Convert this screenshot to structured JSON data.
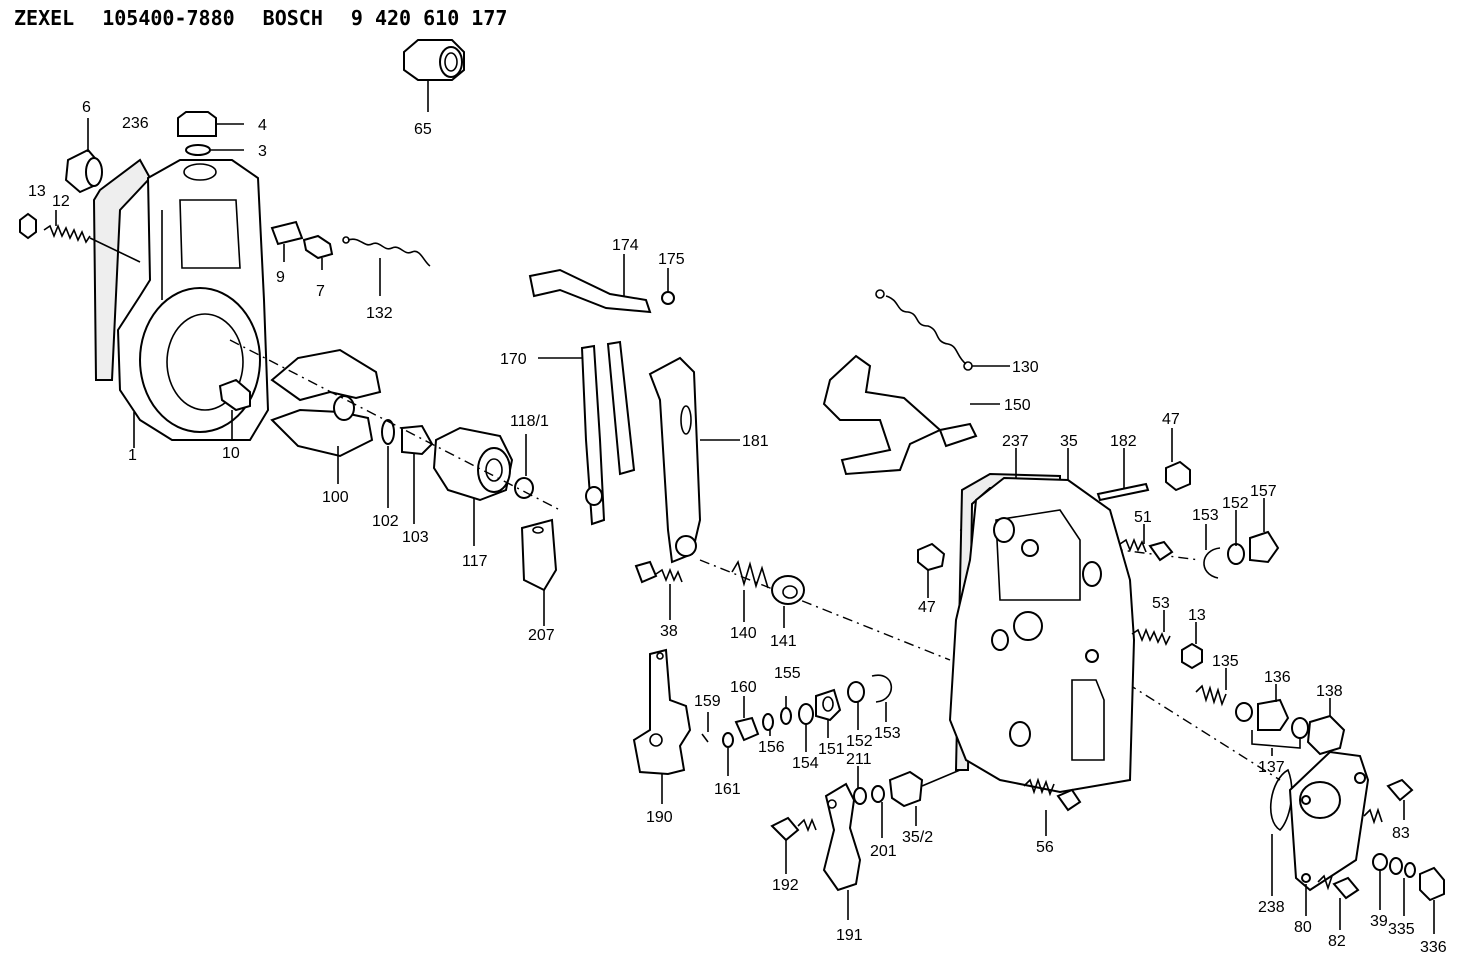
{
  "header": {
    "brand1": "ZEXEL",
    "partno1": "105400-7880",
    "brand2": "BOSCH",
    "partno2": "9 420 610 177"
  },
  "callouts": [
    {
      "id": "c65",
      "text": "65"
    },
    {
      "id": "c4",
      "text": "4"
    },
    {
      "id": "c3",
      "text": "3"
    },
    {
      "id": "c6",
      "text": "6"
    },
    {
      "id": "c236",
      "text": "236"
    },
    {
      "id": "c13a",
      "text": "13"
    },
    {
      "id": "c12",
      "text": "12"
    },
    {
      "id": "c9",
      "text": "9"
    },
    {
      "id": "c7",
      "text": "7"
    },
    {
      "id": "c132",
      "text": "132"
    },
    {
      "id": "c1",
      "text": "1"
    },
    {
      "id": "c10",
      "text": "10"
    },
    {
      "id": "c100",
      "text": "100"
    },
    {
      "id": "c102",
      "text": "102"
    },
    {
      "id": "c103",
      "text": "103"
    },
    {
      "id": "c117",
      "text": "117"
    },
    {
      "id": "c118",
      "text": "118/1"
    },
    {
      "id": "c174",
      "text": "174"
    },
    {
      "id": "c175",
      "text": "175"
    },
    {
      "id": "c170",
      "text": "170"
    },
    {
      "id": "c181",
      "text": "181"
    },
    {
      "id": "c207",
      "text": "207"
    },
    {
      "id": "c38",
      "text": "38"
    },
    {
      "id": "c140",
      "text": "140"
    },
    {
      "id": "c141",
      "text": "141"
    },
    {
      "id": "c130",
      "text": "130"
    },
    {
      "id": "c150",
      "text": "150"
    },
    {
      "id": "c237",
      "text": "237"
    },
    {
      "id": "c35",
      "text": "35"
    },
    {
      "id": "c182",
      "text": "182"
    },
    {
      "id": "c47a",
      "text": "47"
    },
    {
      "id": "c51",
      "text": "51"
    },
    {
      "id": "c153a",
      "text": "153"
    },
    {
      "id": "c152a",
      "text": "152"
    },
    {
      "id": "c157",
      "text": "157"
    },
    {
      "id": "c47b",
      "text": "47"
    },
    {
      "id": "c53",
      "text": "53"
    },
    {
      "id": "c13b",
      "text": "13"
    },
    {
      "id": "c135",
      "text": "135"
    },
    {
      "id": "c136",
      "text": "136"
    },
    {
      "id": "c138",
      "text": "138"
    },
    {
      "id": "c137",
      "text": "137"
    },
    {
      "id": "c190",
      "text": "190"
    },
    {
      "id": "c159",
      "text": "159"
    },
    {
      "id": "c160",
      "text": "160"
    },
    {
      "id": "c155",
      "text": "155"
    },
    {
      "id": "c161",
      "text": "161"
    },
    {
      "id": "c156",
      "text": "156"
    },
    {
      "id": "c154",
      "text": "154"
    },
    {
      "id": "c151",
      "text": "151"
    },
    {
      "id": "c152b",
      "text": "152"
    },
    {
      "id": "c153b",
      "text": "153"
    },
    {
      "id": "c211",
      "text": "211"
    },
    {
      "id": "c201",
      "text": "201"
    },
    {
      "id": "c352",
      "text": "35/2"
    },
    {
      "id": "c192",
      "text": "192"
    },
    {
      "id": "c191",
      "text": "191"
    },
    {
      "id": "c56",
      "text": "56"
    },
    {
      "id": "c83",
      "text": "83"
    },
    {
      "id": "c238",
      "text": "238"
    },
    {
      "id": "c80",
      "text": "80"
    },
    {
      "id": "c82",
      "text": "82"
    },
    {
      "id": "c39",
      "text": "39"
    },
    {
      "id": "c335",
      "text": "335"
    },
    {
      "id": "c336",
      "text": "336"
    }
  ]
}
